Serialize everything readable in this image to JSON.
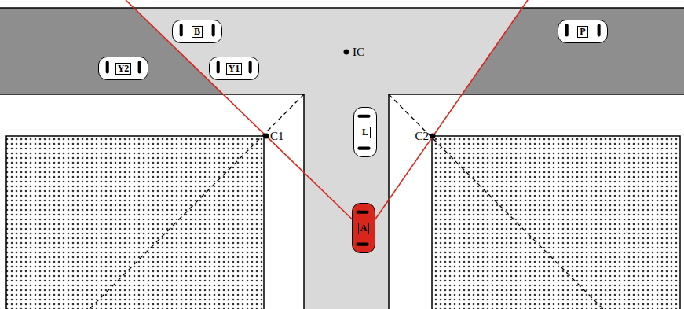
{
  "diagram": {
    "nodes": [
      {
        "text": [
          "B"
        ]
      },
      {
        "text": [
          "P"
        ]
      },
      {
        "text": [
          "Y2"
        ]
      },
      {
        "text": [
          "Y1"
        ]
      },
      {
        "text": [
          "L"
        ]
      },
      {
        "text": [
          "A"
        ]
      }
    ],
    "labels": [
      "IC",
      "C1",
      "C2"
    ]
  }
}
